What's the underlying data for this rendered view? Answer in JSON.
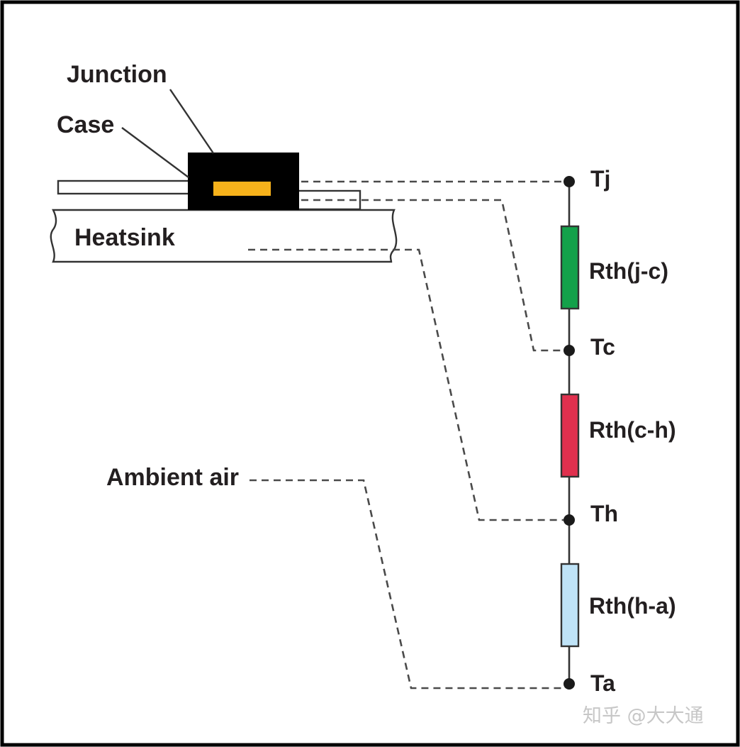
{
  "labels": {
    "junction": "Junction",
    "case": "Case",
    "heatsink": "Heatsink",
    "ambient_air": "Ambient air"
  },
  "nodes": {
    "tj": "Tj",
    "tc": "Tc",
    "th": "Th",
    "ta": "Ta"
  },
  "resistors": {
    "jc": {
      "label": "Rth(j-c)",
      "color": "#13a14a"
    },
    "ch": {
      "label": "Rth(c-h)",
      "color": "#e0304e"
    },
    "ha": {
      "label": "Rth(h-a)",
      "color": "#bfe3f7"
    }
  },
  "colors": {
    "package_body": "#000000",
    "die": "#f7b21b",
    "outline": "#231f20",
    "frame": "#000000"
  },
  "watermark": "知乎 @大大通"
}
